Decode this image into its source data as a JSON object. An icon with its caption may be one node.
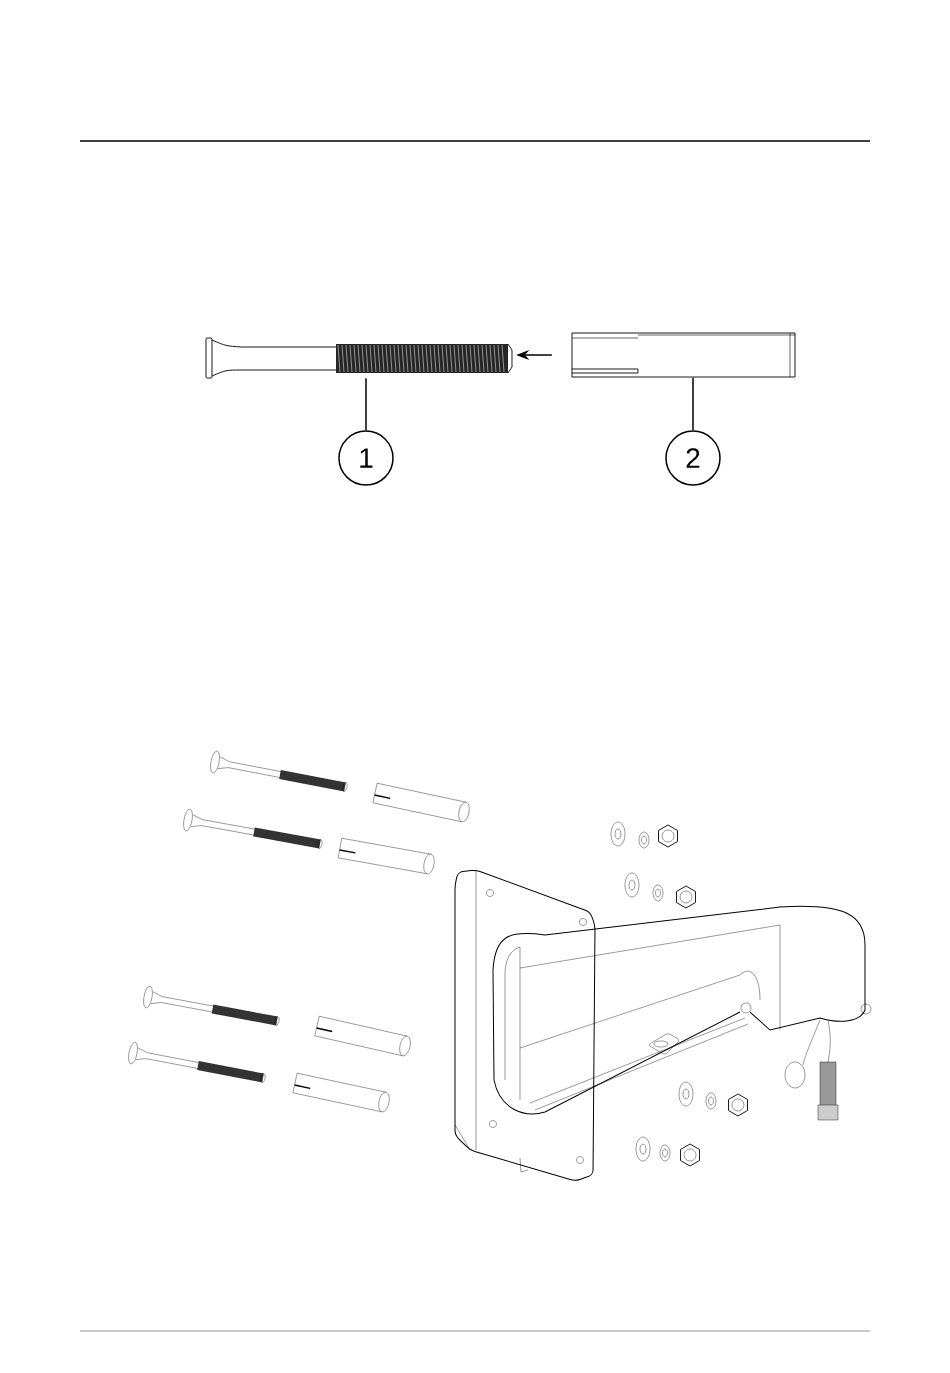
{
  "diagram": {
    "nodes": [
      {
        "text": [
          "1"
        ]
      },
      {
        "text": [
          "2"
        ]
      },
      {
        "text": [],
        "shape": "picture"
      },
      {
        "text": [],
        "shape": "picture"
      }
    ],
    "edges": [
      {
        "from": 0,
        "to": 2,
        "arrow": "none"
      },
      {
        "from": 1,
        "to": 3,
        "arrow": "none"
      },
      {
        "from": 3,
        "to": 2,
        "arrow": "to"
      }
    ]
  }
}
